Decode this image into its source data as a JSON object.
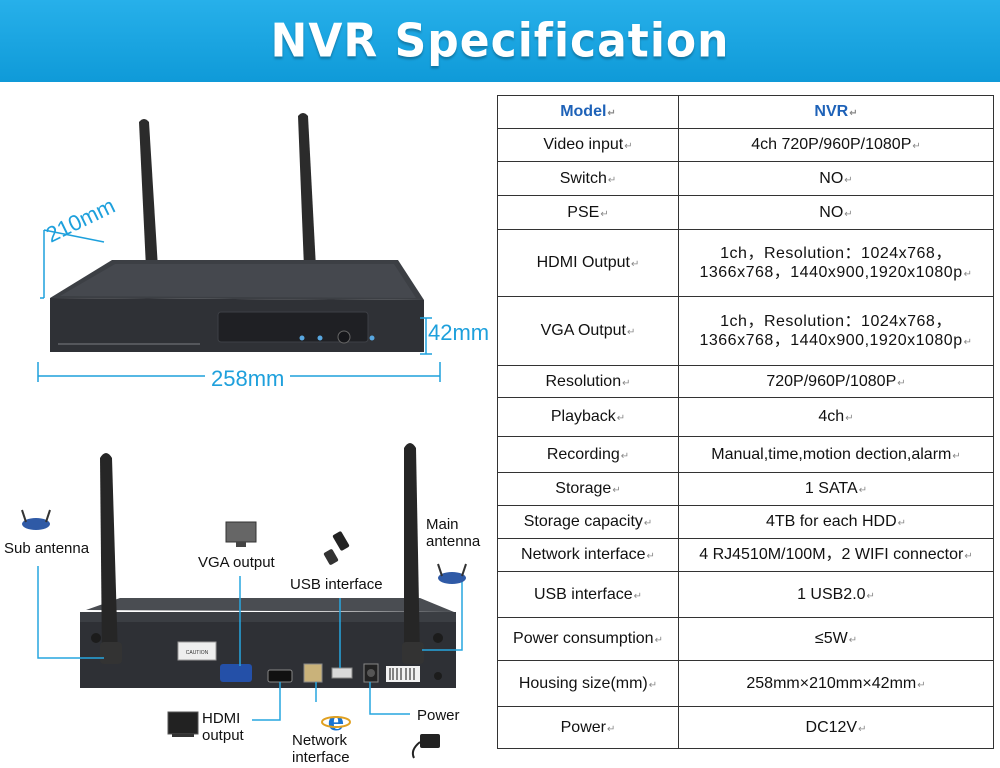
{
  "header": {
    "title": "NVR Specification"
  },
  "dimensions": {
    "depth": "210mm",
    "height": "42mm",
    "width": "258mm"
  },
  "callouts": {
    "sub_antenna": "Sub antenna",
    "vga_output": "VGA output",
    "usb_interface": "USB interface",
    "main_antenna": "Main antenna",
    "hdmi_output": "HDMI output",
    "network_interface": "Network interface",
    "power": "Power"
  },
  "spec": {
    "header": {
      "label": "Model",
      "value": "NVR"
    },
    "rows": [
      {
        "label": "Video input",
        "value": "4ch 720P/960P/1080P"
      },
      {
        "label": "Switch",
        "value": "NO"
      },
      {
        "label": "PSE",
        "value": "NO"
      },
      {
        "label": "HDMI Output",
        "value_line1": "1ch，Resolution：1024x768，",
        "value_line2": "1366x768，1440x900,1920x1080p"
      },
      {
        "label": "VGA  Output",
        "value_line1": "1ch，Resolution：1024x768，",
        "value_line2": "1366x768，1440x900,1920x1080p"
      },
      {
        "label": "Resolution",
        "value": "720P/960P/1080P"
      },
      {
        "label": "Playback",
        "value": "4ch"
      },
      {
        "label": "Recording",
        "value": "Manual,time,motion  dection,alarm"
      },
      {
        "label": "Storage",
        "value": "1 SATA"
      },
      {
        "label": "Storage capacity",
        "value": "4TB  for each HDD"
      },
      {
        "label": "Network interface",
        "value": "4 RJ4510M/100M，2  WIFI  connector"
      },
      {
        "label": "USB interface",
        "value": "1 USB2.0"
      },
      {
        "label": "Power consumption",
        "value": "≤5W"
      },
      {
        "label": "Housing size(mm)",
        "value": "258mm×210mm×42mm"
      },
      {
        "label": "Power",
        "value": "DC12V"
      }
    ]
  },
  "colors": {
    "banner": "#1aa3e0",
    "accent": "#1ea0dc",
    "model_header": "#1e62b8"
  }
}
